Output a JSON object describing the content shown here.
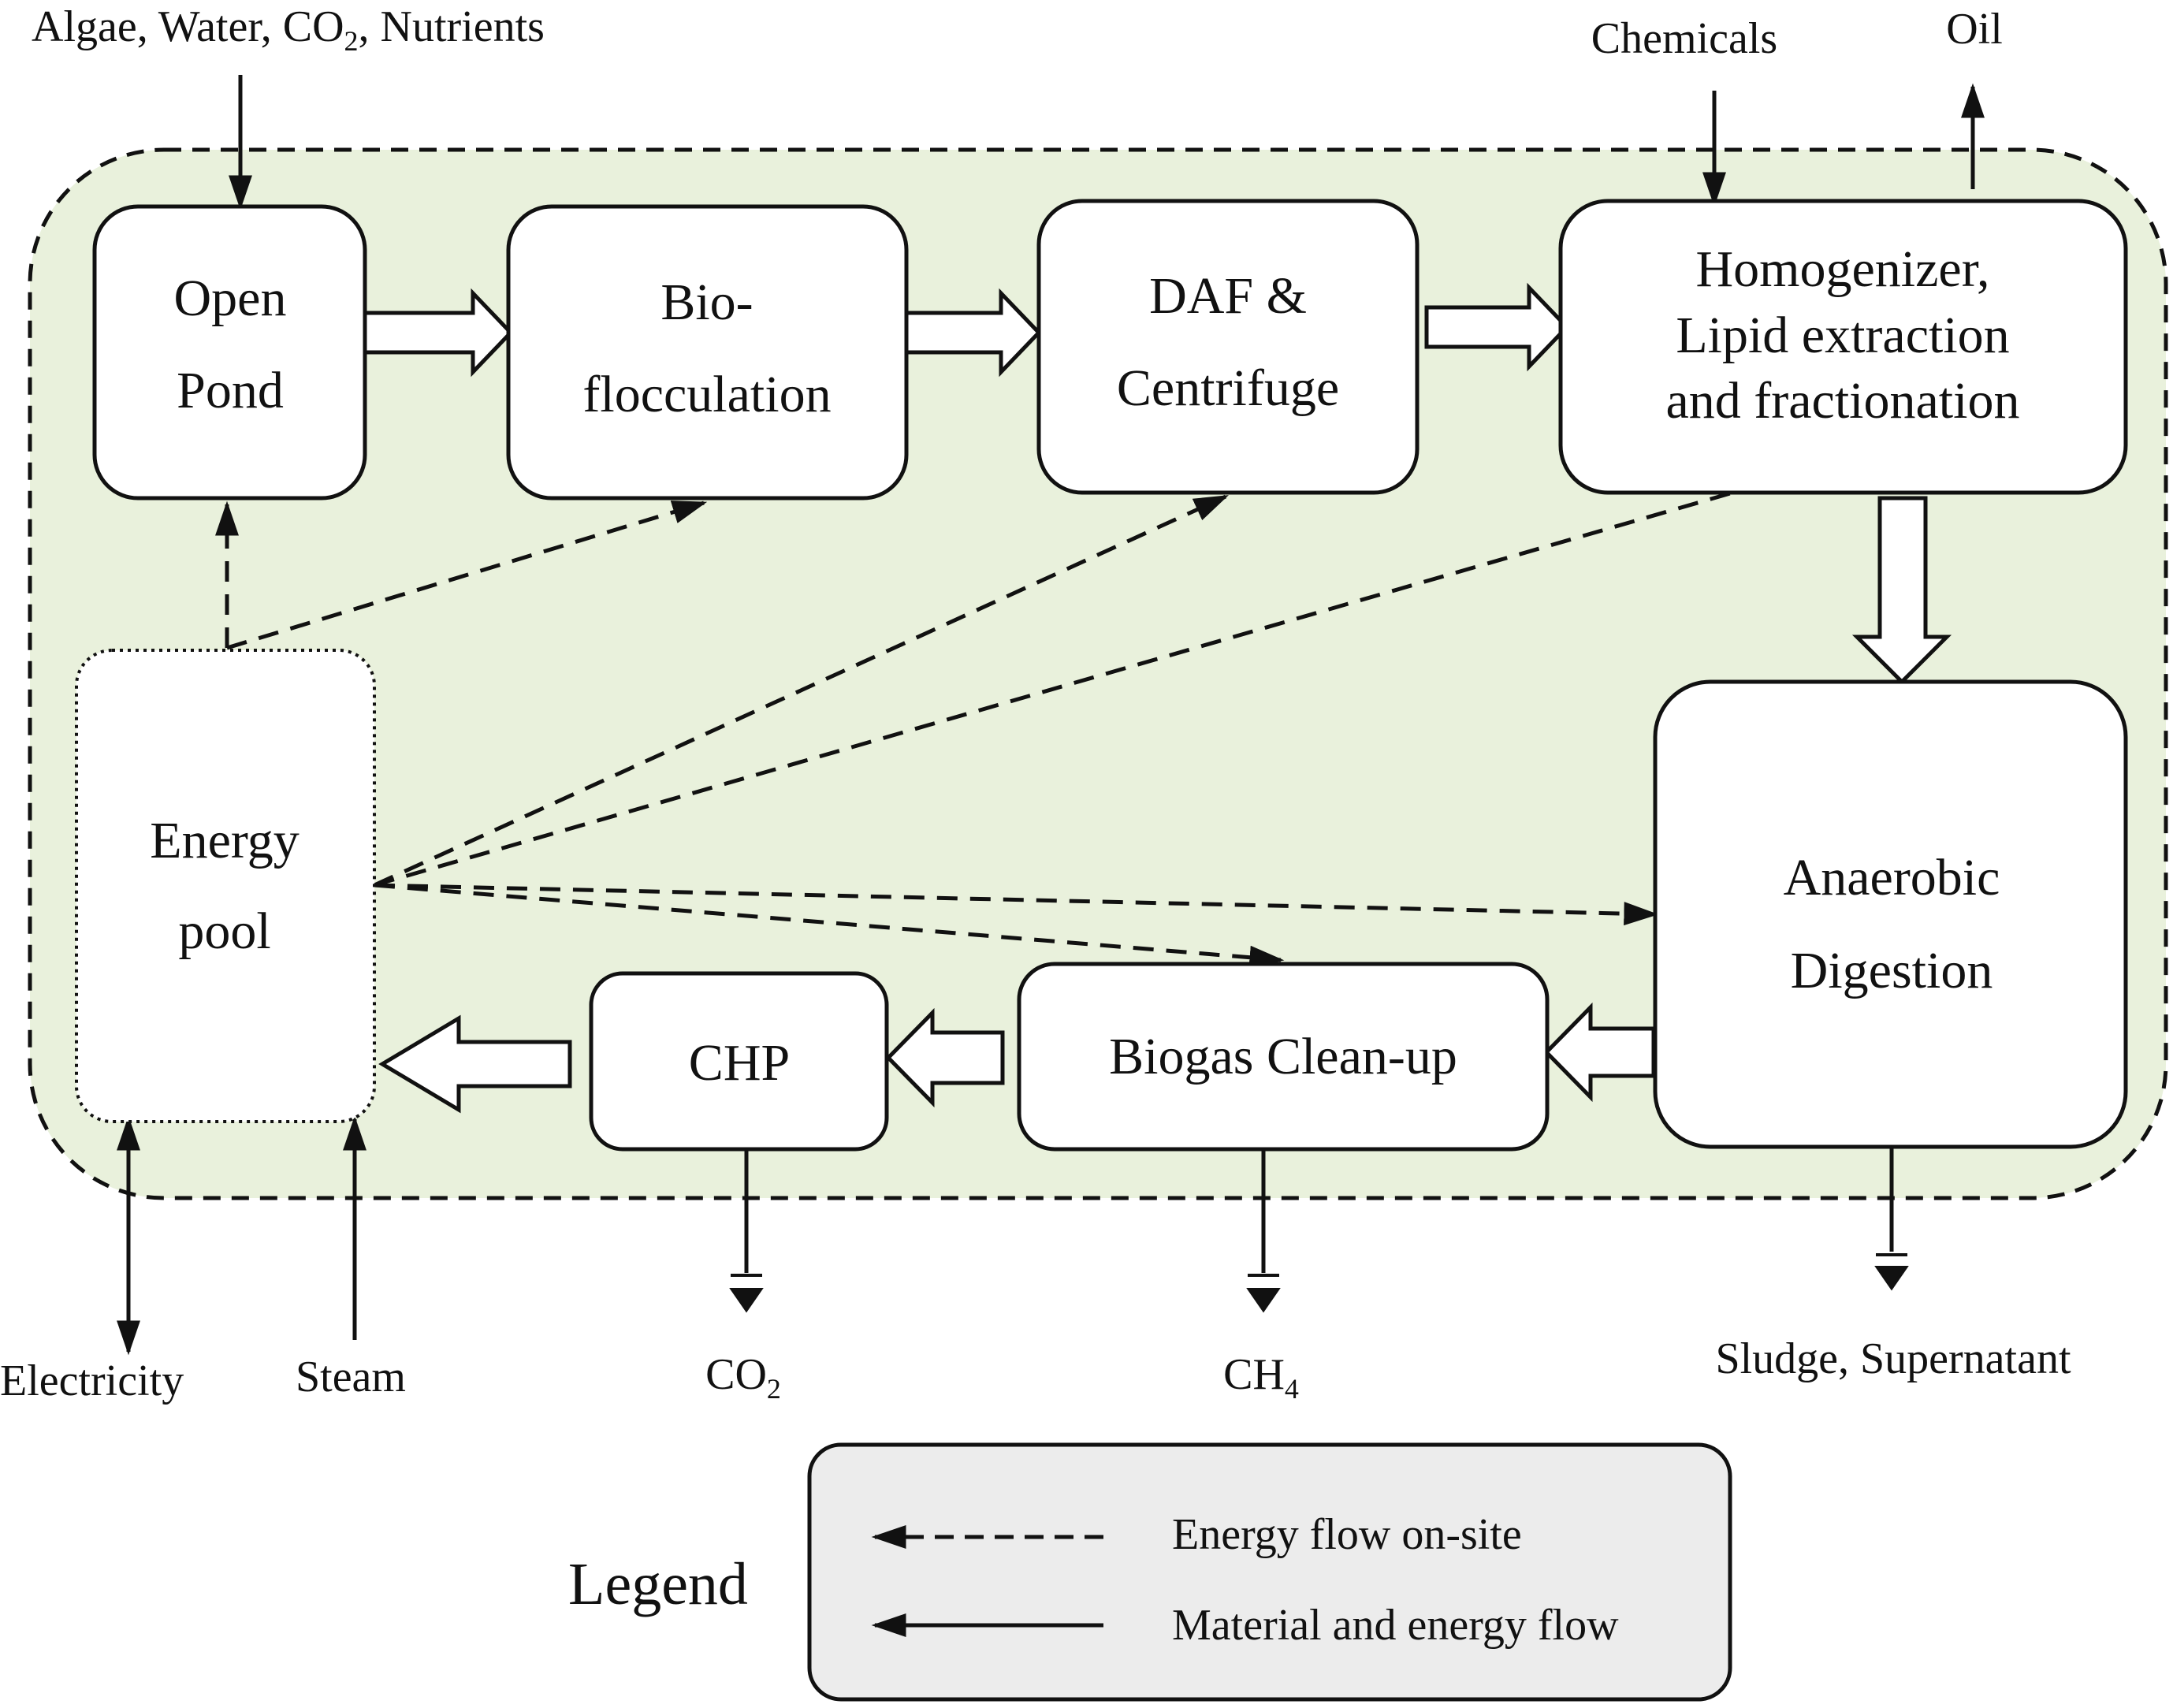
{
  "inputs": {
    "top_left": {
      "prefix": "Algae, Water, CO",
      "sub": "2",
      "suffix": ", Nutrients"
    },
    "chemicals": "Chemicals",
    "oil": "Oil"
  },
  "nodes": {
    "open_pond": [
      "Open",
      "Pond"
    ],
    "bioflocculation": [
      "Bio-",
      "flocculation"
    ],
    "daf_centrifuge": [
      "DAF &",
      "Centrifuge"
    ],
    "homogenizer": [
      "Homogenizer,",
      "Lipid extraction",
      "and fractionation"
    ],
    "anaerobic_digestion": [
      "Anaerobic",
      "Digestion"
    ],
    "biogas_cleanup": "Biogas Clean-up",
    "chp": "CHP",
    "energy_pool": [
      "Energy",
      "pool"
    ]
  },
  "outputs": {
    "electricity": "Electricity",
    "steam": "Steam",
    "co2": {
      "base": "CO",
      "sub": "2"
    },
    "ch4": {
      "base": "CH",
      "sub": "4"
    },
    "sludge": "Sludge, Supernatant"
  },
  "legend": {
    "title": "Legend",
    "dashed": "Energy flow on-site",
    "solid": "Material and energy flow"
  },
  "colors": {
    "boundary_fill": "#e9f1dc",
    "box_fill": "#ffffff",
    "legend_fill": "#ececec",
    "stroke": "#111111"
  }
}
